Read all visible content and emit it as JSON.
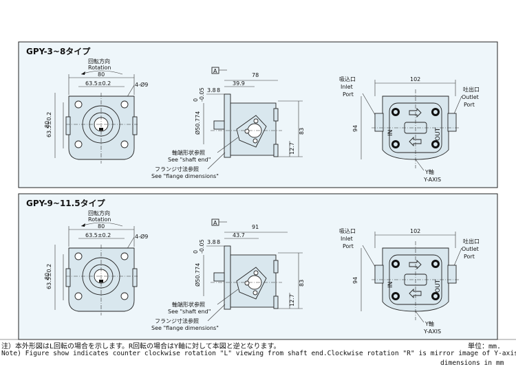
{
  "panels": [
    {
      "title": "GPY-3~8タイプ",
      "rotation_jp": "回転方向",
      "rotation_en": "Rotation",
      "front": {
        "width": "80",
        "center": "63.5±0.2",
        "holes": "4-Ø9",
        "height": "80",
        "vcenter": "63.5±0.2"
      },
      "side": {
        "datum": "A",
        "length": "78",
        "to_flange": "39.9",
        "a": "3.8",
        "b": "8",
        "tol": "0\n-0.05",
        "pilot": "Ø50.774",
        "height": "83",
        "offset": "12.7",
        "shaft_jp": "軸端形状参照",
        "shaft_en": "See \"shaft end\"",
        "flange_jp": "フランジ寸法参照",
        "flange_en": "See \"flange dimensions\""
      },
      "rear": {
        "width": "102",
        "height": "94",
        "inlet_jp": "吸込口",
        "inlet_en1": "Inlet",
        "inlet_en2": "Port",
        "outlet_jp": "吐出口",
        "outlet_en1": "Outlet",
        "outlet_en2": "Port",
        "axis_jp": "Y軸",
        "axis_en": "Y-AXIS",
        "in_mark": "IN",
        "out_mark": "OUT"
      }
    },
    {
      "title": "GPY-9~11.5タイプ",
      "rotation_jp": "回転方向",
      "rotation_en": "Rotation",
      "front": {
        "width": "80",
        "center": "63.5±0.2",
        "holes": "4-Ø9",
        "height": "80",
        "vcenter": "63.5±0.2"
      },
      "side": {
        "datum": "A",
        "length": "91",
        "to_flange": "43.7",
        "a": "3.8",
        "b": "8",
        "tol": "0\n-0.05",
        "pilot": "Ø50.774",
        "height": "83",
        "offset": "12.7",
        "shaft_jp": "軸端形状参照",
        "shaft_en": "See \"shaft end\"",
        "flange_jp": "フランジ寸法参照",
        "flange_en": "See \"flange dimensions\""
      },
      "rear": {
        "width": "102",
        "height": "94",
        "inlet_jp": "吸込口",
        "inlet_en1": "Inlet",
        "inlet_en2": "Port",
        "outlet_jp": "吐出口",
        "outlet_en1": "Outlet",
        "outlet_en2": "Port",
        "axis_jp": "Y軸",
        "axis_en": "Y-AXIS",
        "in_mark": "IN",
        "out_mark": "OUT"
      }
    }
  ],
  "notes": {
    "jp": "注）本外形図はL回転の場合を示します。R回転の場合はY軸に対して本図と逆となります。",
    "unit_jp": "単位：mm.",
    "en": "Note) Figure show indicates counter clockwise rotation \"L\" viewing from shaft end.Clockwise rotation \"R\" is mirror image of Y-axis.",
    "unit_en": "dimensions in mm"
  }
}
